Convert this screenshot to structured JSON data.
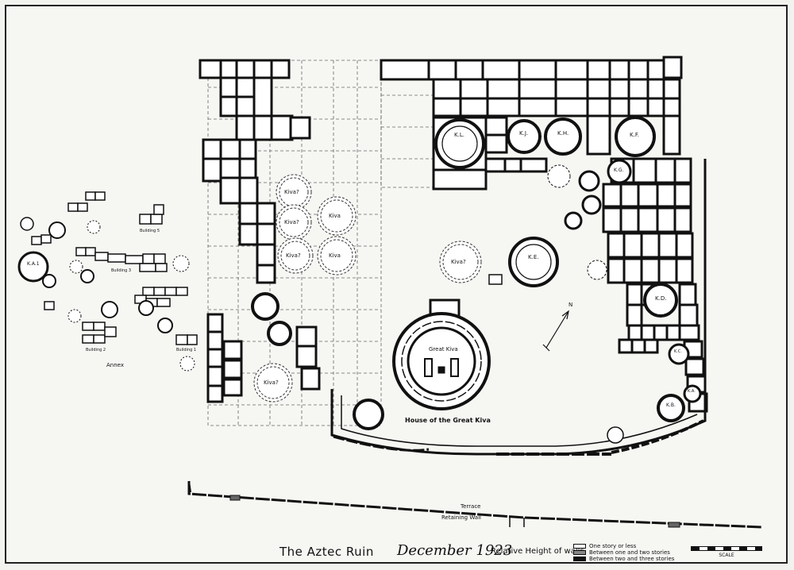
{
  "title": "The Aztec Ruin",
  "date": "December 1923",
  "legend": {
    "title": "Relative Height of walls",
    "items": [
      {
        "label": "One story or less",
        "fill": "#ffffff"
      },
      {
        "label": "Between one and two stories",
        "fill": "#888888"
      },
      {
        "label": "Between two and three stories",
        "fill": "#111111"
      }
    ]
  },
  "scale_label": "SCALE",
  "labels": {
    "great_kiva": "Great Kiva",
    "house_of_great_kiva": "House of the Great Kiva",
    "annex": "Annex",
    "terrace": "Terrace",
    "retaining_wall": "Retaining Wall",
    "north": "N",
    "kiva": "Kiva",
    "kiva_q": "Kiva?",
    "building_1": "Building 1",
    "building_2": "Building 2",
    "building_3": "Building 3",
    "building_5": "Building 5"
  },
  "kivas": [
    "K.L.",
    "K.J.",
    "K.H.",
    "K.F.",
    "K.G.",
    "K.E.",
    "K.D.",
    "K.C.",
    "K.B.",
    "K.A.",
    "K.A.1"
  ],
  "colors": {
    "ink": "#111111",
    "paper": "#f6f6f3",
    "dashed": "#555555"
  }
}
